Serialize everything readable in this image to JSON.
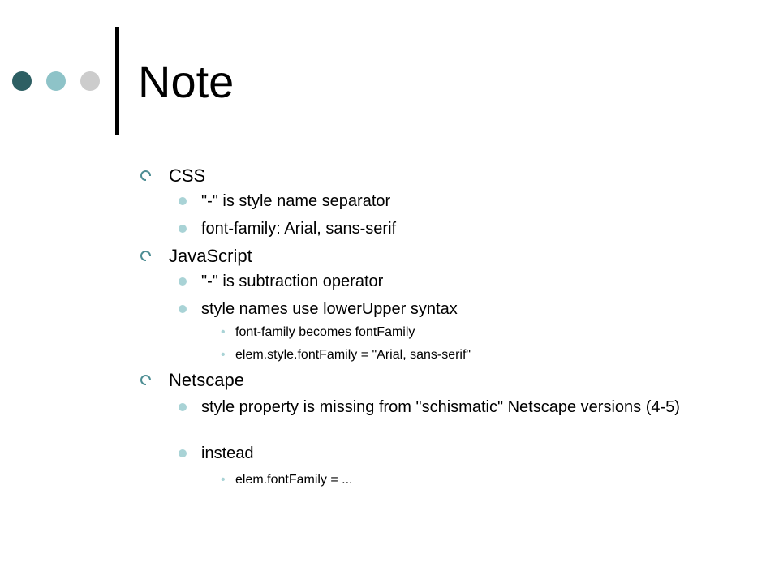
{
  "slide": {
    "title": "Note",
    "items": [
      {
        "text": "CSS"
      },
      {
        "text": "\"-\" is style name separator"
      },
      {
        "text": "font-family: Arial, sans-serif"
      },
      {
        "text": "JavaScript"
      },
      {
        "text": "\"-\" is subtraction operator"
      },
      {
        "text": "style names use lowerUpper syntax"
      },
      {
        "text": "font-family becomes fontFamily"
      },
      {
        "text": "elem.style.fontFamily = \"Arial, sans-serif\""
      },
      {
        "text": "Netscape"
      },
      {
        "text": "style property is missing from \"schismatic\" Netscape versions (4-5)"
      },
      {
        "text": "instead"
      },
      {
        "text": "elem.fontFamily = ..."
      }
    ]
  },
  "colors": {
    "dot_dark": "#2d5f63",
    "dot_mid": "#8ec3c8",
    "dot_light": "#cccccc",
    "bullet_accent": "#a9d3d6",
    "bullet_ring": "#4e8e94"
  }
}
